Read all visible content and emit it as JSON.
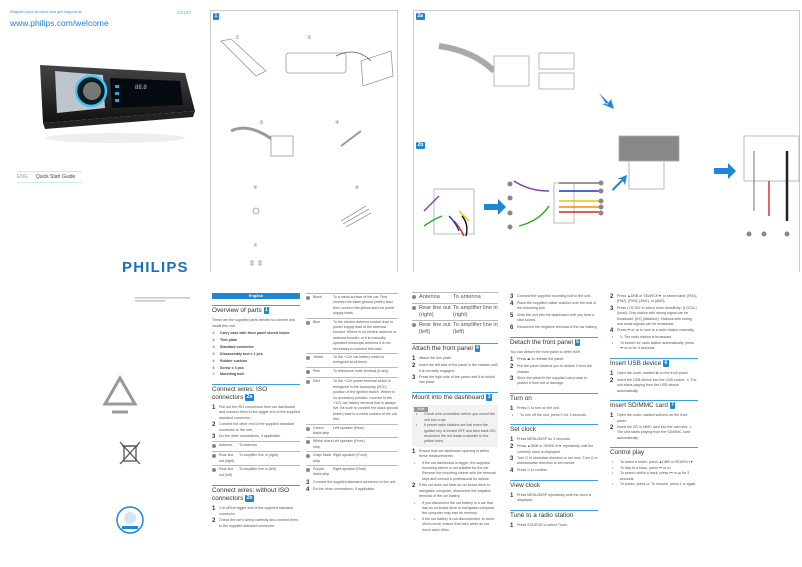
{
  "cover": {
    "register_text": "Register your product and get support at",
    "url": "www.philips.com/welcome",
    "model": "CE120",
    "lang": "ENG",
    "guide_title": "Quick Start Guide",
    "logo": "PHILIPS"
  },
  "panels": {
    "p1_label": "1",
    "p1_parts": [
      "①",
      "②",
      "③",
      "④",
      "⑤",
      "⑥",
      "⑦"
    ],
    "p2a_label": "2a",
    "p2b_label": "2b"
  },
  "colors": {
    "accent": "#1f86d6",
    "rule": "#3ea0dc",
    "logo": "#1b6fc2"
  },
  "columns": [
    {
      "blocks": [
        {
          "type": "lang",
          "text": "English"
        },
        {
          "type": "h",
          "text": "Overview of parts",
          "badge": "1"
        },
        {
          "type": "p",
          "text": "These are the supplied parts needed to connect and install this unit."
        },
        {
          "type": "part",
          "n": "①",
          "text": "Carry case with front panel stored inside"
        },
        {
          "type": "part",
          "n": "②",
          "text": "Trim plate"
        },
        {
          "type": "part",
          "n": "③",
          "text": "Standard connector"
        },
        {
          "type": "part",
          "n": "④",
          "text": "Disassembly tool x 2 pcs"
        },
        {
          "type": "part",
          "n": "⑤",
          "text": "Rubber cushion"
        },
        {
          "type": "part",
          "n": "⑥",
          "text": "Screw x 4 pcs"
        },
        {
          "type": "part",
          "n": "⑦",
          "text": "Mounting bolt"
        },
        {
          "type": "h",
          "text": "Connect wires: ISO connectors",
          "badge": "2a"
        },
        {
          "type": "step",
          "n": "1",
          "text": "Pull out the ISO connectors from car dashboard and connect them to the bigger end of the supplied standard connector."
        },
        {
          "type": "step",
          "n": "2",
          "text": "Connect the other end of the supplied standard connector to the unit."
        },
        {
          "type": "step",
          "n": "3",
          "text": "Do the other connections, if applicable."
        },
        {
          "type": "row",
          "c1": "Antenna",
          "c2": "To antenna"
        },
        {
          "type": "row",
          "c1": "Rear line out (right)",
          "c2": "To amplifier line in (right)"
        },
        {
          "type": "row",
          "c1": "Rear line out (left)",
          "c2": "To amplifier line in (left)"
        },
        {
          "type": "h",
          "text": "Connect wires: without ISO connectors",
          "badge": "2b"
        },
        {
          "type": "step",
          "n": "1",
          "text": "Cut off the bigger end of the supplied standard connector."
        },
        {
          "type": "step",
          "n": "2",
          "text": "Check the car's wiring carefully and connect them to the supplied standard connector."
        }
      ]
    },
    {
      "blocks": [
        {
          "type": "row",
          "c1": "Black",
          "c2": "To a metal surface of the car. First connect the black ground (earth) lead, then connect the yellow and red power supply leads."
        },
        {
          "type": "row",
          "c1": "Blue",
          "c2": "To the electric antenna control lead or power supply lead of the antenna booster. Where is no electric antenna or antenna booster, or it is manually operated telescopic antenna it is not necessary to connect this lead."
        },
        {
          "type": "row",
          "c1": "Yellow",
          "c2": "To the +12V car battery which is energized at all times."
        },
        {
          "type": "row",
          "c1": "Pink",
          "c2": "To telephone mute terminal (if any)."
        },
        {
          "type": "row",
          "c1": "Red",
          "c2": "To the +12V power terminal which is energized in the accessory (ACC) position of the ignition switch. Where is no accessory position, connect to the +12V car battery terminal that is always live. Be sure to connect the black ground (earth) lead to a metal surface of the car first."
        },
        {
          "type": "row",
          "c1": "Green/ black strip",
          "c2": "Left speaker (Rear)"
        },
        {
          "type": "row",
          "c1": "White/ black strip",
          "c2": "Left speaker (Front)"
        },
        {
          "type": "row",
          "c1": "Gray/ black strip",
          "c2": "Right speaker (Front)"
        },
        {
          "type": "row",
          "c1": "Purple/ black strip",
          "c2": "Right speaker (Rear)"
        },
        {
          "type": "step",
          "n": "3",
          "text": "Connect the supplied standard connector to the unit."
        },
        {
          "type": "step",
          "n": "4",
          "text": "Do the other connections, if applicable."
        }
      ]
    },
    {
      "blocks": [
        {
          "type": "bigrow",
          "c1": "Antenna",
          "c2": "To antenna"
        },
        {
          "type": "bigrow",
          "c1": "Rear line out (right)",
          "c2": "To amplifier line in (right)"
        },
        {
          "type": "bigrow",
          "c1": "Rear line out (left)",
          "c2": "To amplifier line in (left)"
        },
        {
          "type": "h",
          "text": "Attach the front panel",
          "badge": "4"
        },
        {
          "type": "step",
          "n": "1",
          "text": "Attach the trim plate."
        },
        {
          "type": "step",
          "n": "2",
          "text": "Insert the left side of the panel in the chassis until it is correctly engaged."
        },
        {
          "type": "step",
          "n": "3",
          "text": "Press the right side of the panel until it is locked into place."
        },
        {
          "type": "h",
          "text": "Mount into the dashboard",
          "badge": "3"
        },
        {
          "type": "note",
          "label": "Note",
          "items": [
            "Check wire connection before you mount the unit into a car.",
            "If preset radio stations are lost when the ignition key is turned OFF and then back ON, reconnect the red leads crosswise to the yellow ones."
          ]
        },
        {
          "type": "step",
          "n": "1",
          "text": "Ensure that car dashboard opening is within these measurements:"
        },
        {
          "type": "bullet",
          "text": "If the car dashboard is bigger, the supplied mounting sleeve is not suitable for the car. Remove the mounting sleeve with the removal keys and consult a professional for advice."
        },
        {
          "type": "step",
          "n": "2",
          "text": "If the car does not have an on-board drive or navigation computer, disconnect the negative terminal of the car battery."
        },
        {
          "type": "bullet",
          "text": "If you disconnect the car battery in a car that has an on-board drive or navigation computer, the computer may lose its memory."
        },
        {
          "type": "bullet",
          "text": "If the car battery is not disconnected, to avoid short-circuit, ensure that bare wires do not touch each other."
        }
      ]
    },
    {
      "blocks": [
        {
          "type": "step",
          "n": "3",
          "text": "Connect the supplied mounting bolt to the unit."
        },
        {
          "type": "step",
          "n": "4",
          "text": "Place the supplied rubber cushion over the end of the mounting bolt."
        },
        {
          "type": "step",
          "n": "5",
          "text": "Slide the unit into the dashboard until you hear a click sound."
        },
        {
          "type": "step",
          "n": "6",
          "text": "Reconnect the negative terminal of the car battery."
        },
        {
          "type": "h",
          "text": "Detach the front panel",
          "badge": "5"
        },
        {
          "type": "p",
          "text": "You can detach the front panel to deter theft."
        },
        {
          "type": "step",
          "n": "1",
          "text": "Press ⏏ to release the panel."
        },
        {
          "type": "step",
          "n": "2",
          "text": "Pull the panel towards you to detach it from the chassis."
        },
        {
          "type": "step",
          "n": "3",
          "text": "Store the panel in the supplied carry case to protect it from dirt or damage."
        },
        {
          "type": "h",
          "text": "Turn on"
        },
        {
          "type": "step",
          "n": "1",
          "text": "Press ⏻ to turn on the unit."
        },
        {
          "type": "bullet",
          "text": "To turn off the unit, press ⏻ for 3 seconds."
        },
        {
          "type": "h",
          "text": "Set clock"
        },
        {
          "type": "step",
          "n": "1",
          "text": "Press MENU/DISP for 3 seconds."
        },
        {
          "type": "step",
          "n": "2",
          "text": "Press ▲DBB or SEARCH▼ repeatedly until the currently clock is displayed."
        },
        {
          "type": "step",
          "n": "3",
          "text": "Turn ⏻ in clockwise direction to set hour. Turn ⏻ in anticlockwise direction to set minute."
        },
        {
          "type": "step",
          "n": "4",
          "text": "Press ⏻ to confirm."
        },
        {
          "type": "h",
          "text": "View clock"
        },
        {
          "type": "step",
          "n": "1",
          "text": "Press MENU/DISP repeatedly until the clock is displayed."
        },
        {
          "type": "h",
          "text": "Tune to a radio station"
        },
        {
          "type": "step",
          "n": "1",
          "text": "Press SOURCE to select Tuner."
        }
      ]
    },
    {
      "blocks": [
        {
          "type": "step",
          "n": "2",
          "text": "Press ▲DBB or SEARCH▼ to select band: [FM1], [FM2], [FM3], [AM1], or [AM2]."
        },
        {
          "type": "step",
          "n": "3",
          "text": "Press LOC/DX to select tuner sensitivity: [LOCAL] (local): Only station with strong signal can be broadcast. [DX] (distance): Stations with strong and weak signals can be broadcast."
        },
        {
          "type": "step",
          "n": "4",
          "text": "Press ⏮ or ⏭ to tune to a radio station manually."
        },
        {
          "type": "bullet",
          "text": "↳ The radio station is broadcast."
        },
        {
          "type": "bullet",
          "text": "To search for radio station automatically, press ⏮ or ⏭ for 3 seconds."
        },
        {
          "type": "h",
          "text": "Insert USB device",
          "badge": "6"
        },
        {
          "type": "step",
          "n": "1",
          "text": "Open the cover marked ⇆ on the front panel."
        },
        {
          "type": "step",
          "n": "2",
          "text": "Insert the USB device into the USB socket. ↳ The unit starts playing from the USB device automatically."
        },
        {
          "type": "h",
          "text": "Insert SD/MMC card",
          "badge": "7"
        },
        {
          "type": "step",
          "n": "1",
          "text": "Open the cover marked sd/mmc on the front panel."
        },
        {
          "type": "step",
          "n": "2",
          "text": "Insert the SD or MMC card into the card slot. ↳ The unit starts playing from the SD/MMC card automatically."
        },
        {
          "type": "h",
          "text": "Control play"
        },
        {
          "type": "bullet",
          "text": "To select a folder, press ▲DBB or SEARCH▼."
        },
        {
          "type": "bullet",
          "text": "To skip to a track, press ⏮ or ⏭."
        },
        {
          "type": "bullet",
          "text": "To search within a track, press ⏮ or ⏭ for 3 seconds."
        },
        {
          "type": "bullet",
          "text": "To pause, press ⏯. To resume, press 1 ⏯ again."
        }
      ]
    }
  ]
}
